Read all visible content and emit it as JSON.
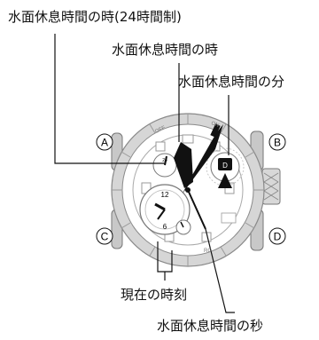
{
  "labels": {
    "hour24": "水面休息時間の時(24時間制)",
    "hour": "水面休息時間の時",
    "minute": "水面休息時間の分",
    "current_time": "現在の時刻",
    "second": "水面休息時間の秒"
  },
  "buttons": {
    "a": "A",
    "b": "B",
    "c": "C",
    "d": "D"
  },
  "bezel_text": {
    "off": "OFF",
    "on": "ON",
    "rc": "RC"
  },
  "dials": {
    "left_top": "12",
    "left_bottom": "6",
    "right_mode": "D",
    "small_dial_top": "24"
  },
  "colors": {
    "line": "#111111",
    "case_gray": "#bdbdbd",
    "case_dark": "#8c8c8c",
    "hand_black": "#111111"
  }
}
